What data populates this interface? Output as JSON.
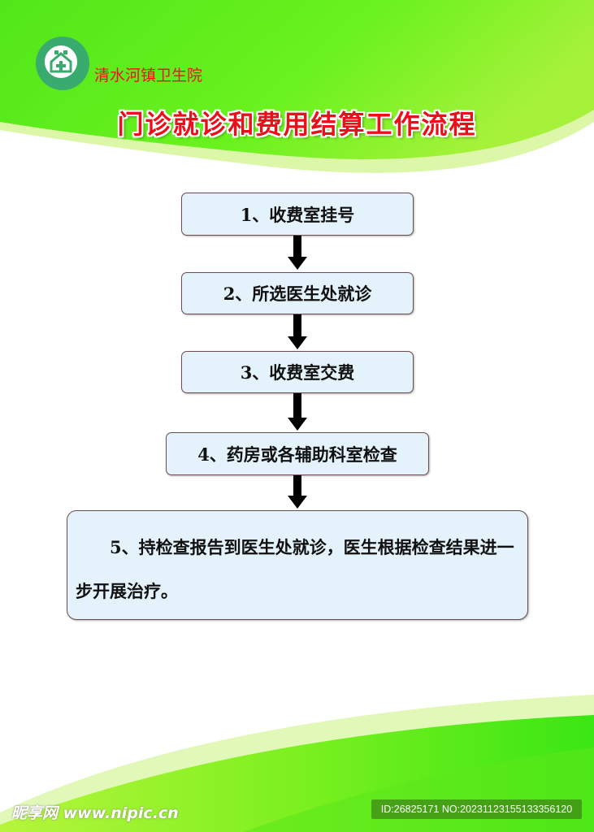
{
  "header": {
    "hospital_name": "清水河镇卫生院",
    "title": "门诊就诊和费用结算工作流程"
  },
  "steps": [
    {
      "label": "1、收费室挂号"
    },
    {
      "label": "2、所选医生处就诊"
    },
    {
      "label": "3、收费室交费"
    },
    {
      "label": "4、药房或各辅助科室检查"
    },
    {
      "label": "5、持检查报告到医生处就诊，医生根据检查结果进一步开展治疗。"
    }
  ],
  "watermark": {
    "site": "昵享网 www.nipic.cn",
    "id_text": "ID:26825171 NO:20231123155133356120"
  },
  "colors": {
    "green": "#5ee61a",
    "title_red": "#e8101a",
    "box_fill": "#e4f3fb"
  }
}
